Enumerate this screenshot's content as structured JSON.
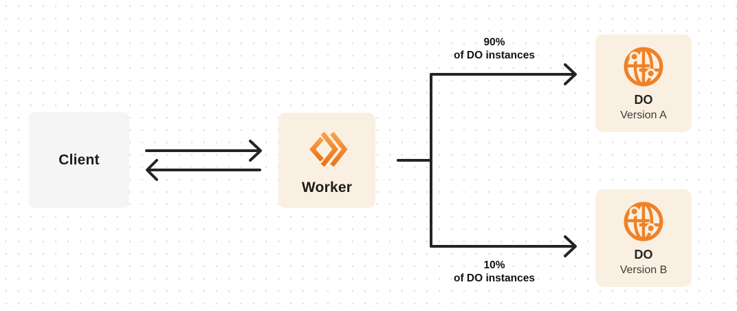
{
  "diagram": {
    "nodes": {
      "client": {
        "label": "Client"
      },
      "worker": {
        "label": "Worker",
        "icon": "workers-chevrons-icon"
      },
      "do_version_a": {
        "title": "DO",
        "subtitle": "Version A",
        "icon": "globe-icon"
      },
      "do_version_b": {
        "title": "DO",
        "subtitle": "Version B",
        "icon": "globe-icon"
      }
    },
    "edges": {
      "worker_to_do_a": {
        "percent": "90%",
        "caption": "of DO instances"
      },
      "worker_to_do_b": {
        "percent": "10%",
        "caption": "of DO instances"
      }
    },
    "colors": {
      "accent_orange": "#F38020",
      "node_bg_cream": "#FAF0E2",
      "client_bg_gray": "#F5F5F6",
      "line_dark": "#242424",
      "dot_grid": "#E3E3E3"
    }
  }
}
